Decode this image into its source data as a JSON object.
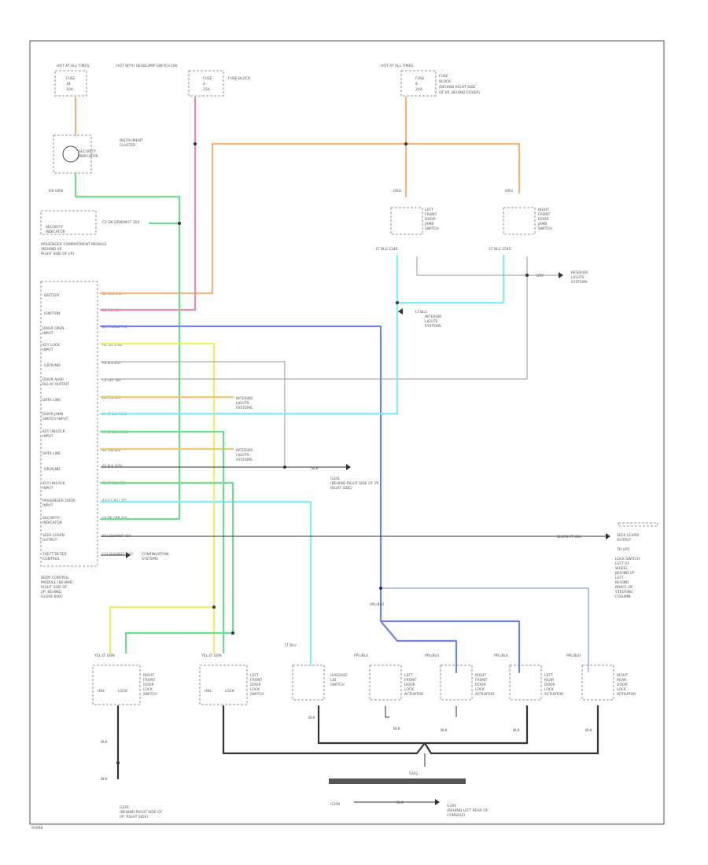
{
  "diagram_code": "93068",
  "colors": {
    "orange": "#f5b57a",
    "pink": "#f28bb0",
    "green": "#6fe08a",
    "blue": "#6f86e6",
    "yellow": "#f0ef6a",
    "cyan": "#7ff0f4",
    "gray": "#9a9a9a",
    "amber": "#f0c774",
    "black": "#333333"
  },
  "icons": [
    "ground-symbol",
    "splice-dot",
    "connector-arrow"
  ]
}
